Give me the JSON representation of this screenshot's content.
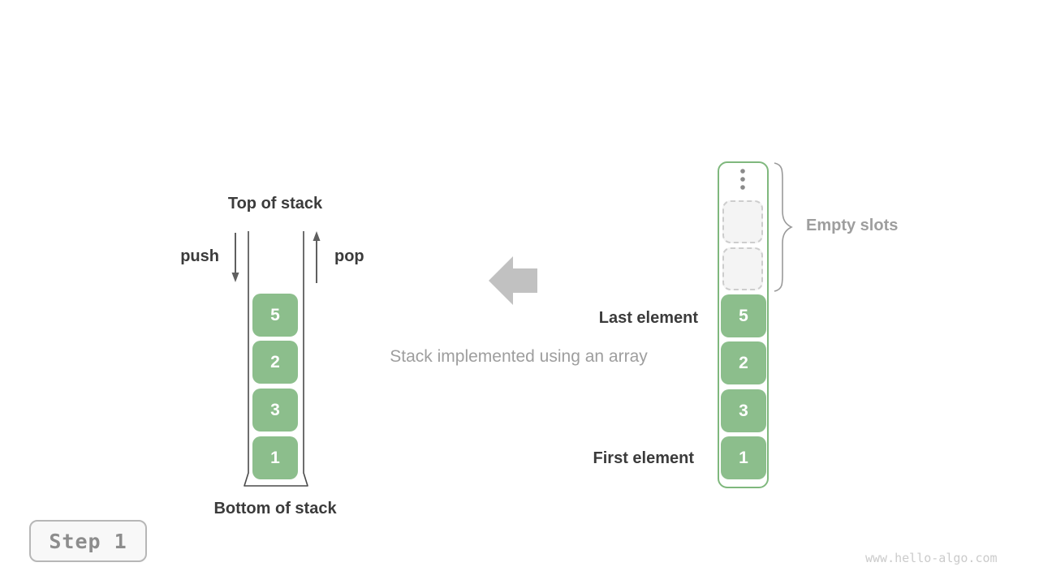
{
  "figure": {
    "caption": "Stack implemented using an array",
    "watermark": "www.hello-algo.com"
  },
  "step_badge": {
    "label": "Step 1"
  },
  "stack_diagram": {
    "top_label": "Top of stack",
    "bottom_label": "Bottom of stack",
    "push_label": "push",
    "pop_label": "pop",
    "cells": [
      "5",
      "2",
      "3",
      "1"
    ]
  },
  "array_diagram": {
    "last_element_label": "Last element",
    "first_element_label": "First element",
    "empty_slots_label": "Empty slots",
    "empty_slot_count": 2,
    "cells": [
      "5",
      "2",
      "3",
      "1"
    ]
  },
  "icons": {
    "push_arrow": "down-arrow",
    "pop_arrow": "up-arrow",
    "direction_arrow": "left-block-arrow",
    "ellipsis": "vertical-ellipsis",
    "empty_slots_brace": "right-curly-brace"
  },
  "colors": {
    "cell_green": "#8cbe8c",
    "container_border_green": "#7fb87d",
    "dark_text": "#3b3b3b",
    "muted_text": "#9e9e9e",
    "block_arrow_gray": "#c1c1c1",
    "wall_gray": "#4a4a4a",
    "slot_fill": "#f4f4f4",
    "slot_border": "#cdcdcd"
  }
}
